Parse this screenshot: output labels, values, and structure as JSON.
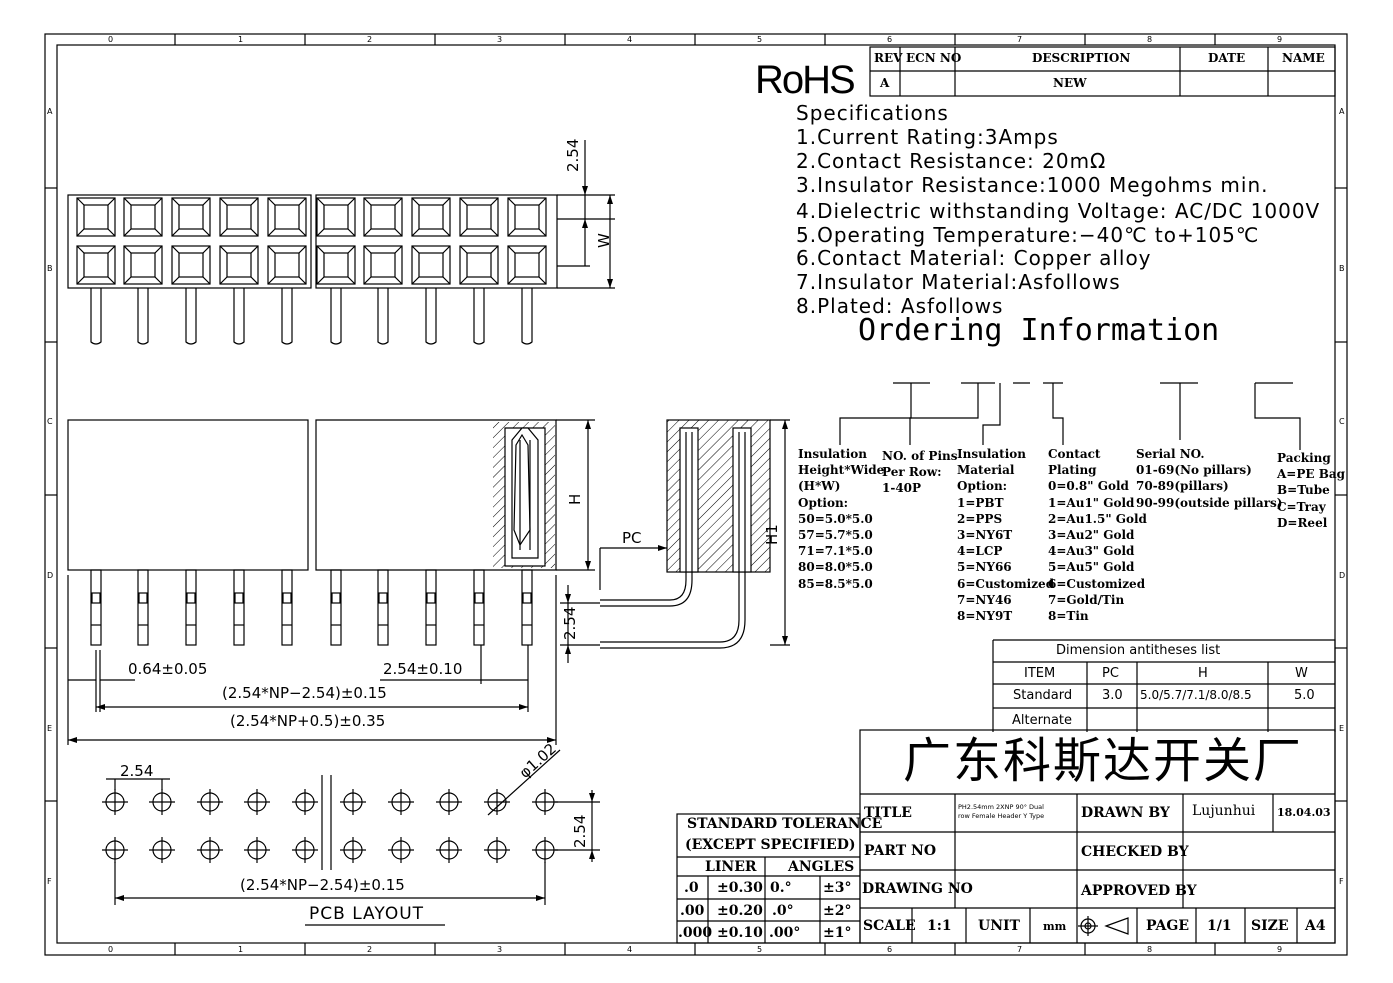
{
  "header": {
    "rohs": "RoHS",
    "rev_cols": [
      "REV",
      "ECN NO",
      "DESCRIPTION",
      "DATE",
      "NAME"
    ],
    "rev_row": [
      "A",
      "",
      "NEW",
      "",
      ""
    ]
  },
  "border": {
    "cols": [
      "0",
      "1",
      "2",
      "3",
      "4",
      "5",
      "6",
      "7",
      "8",
      "9"
    ],
    "rows": [
      "A",
      "B",
      "C",
      "D",
      "E",
      "F"
    ]
  },
  "specs": {
    "heading": "Specifications",
    "items": [
      "1.Current  Rating:3Amps",
      "2.Contact  Resistance:  20mΩ",
      "3.Insulator  Resistance:1000  Megohms  min.",
      "4.Dielectric  withstanding  Voltage:  AC/DC  1000V",
      "5.Operating  Temperature:−40℃  to+105℃",
      "6.Contact  Material:  Copper  alloy",
      "7.Insulator  Material:Asfollows",
      "8.Plated:  Asfollows"
    ]
  },
  "ordering": {
    "title": "Ordering  Information",
    "groups": [
      {
        "lines": [
          "Insulation",
          "Height*Wide",
          "(H*W)",
          "Option:",
          "50=5.0*5.0",
          "57=5.7*5.0",
          "71=7.1*5.0",
          "80=8.0*5.0",
          "85=8.5*5.0"
        ]
      },
      {
        "lines": [
          "NO. of Pins",
          "Per Row:",
          "1-40P"
        ]
      },
      {
        "lines": [
          "Insulation",
          "Material",
          "Option:",
          "1=PBT",
          "2=PPS",
          "3=NY6T",
          "4=LCP",
          "5=NY66",
          "6=Customized",
          "7=NY46",
          "8=NY9T"
        ]
      },
      {
        "lines": [
          "Contact",
          "Plating",
          "0=0.8\" Gold",
          "1=Au1\" Gold",
          "2=Au1.5\" Gold",
          "3=Au2\" Gold",
          "4=Au3\" Gold",
          "5=Au5\" Gold",
          "6=Customized",
          "7=Gold/Tin",
          "8=Tin"
        ]
      },
      {
        "lines": [
          "Serial NO.",
          "01-69(No pillars)",
          "70-89(pillars)",
          "90-99(outside pillars)"
        ]
      },
      {
        "lines": [
          "Packing",
          "A=PE Bag",
          "B=Tube",
          "C=Tray",
          "D=Reel"
        ]
      }
    ]
  },
  "dimensions": {
    "pitch": "2.54",
    "w": "W",
    "h": "H",
    "h1": "H1",
    "pc": "PC",
    "pin_width": "0.64±0.05",
    "pitch_tol": "2.54±0.10",
    "span1": "(2.54*NP−2.54)±0.15",
    "span2": "(2.54*NP+0.5)±0.35",
    "hole": "φ1.02",
    "pcb_span": "(2.54*NP−2.54)±0.15",
    "pcb_title": "PCB  LAYOUT"
  },
  "dim_table": {
    "title": "Dimension  antitheses  list",
    "headers": [
      "ITEM",
      "PC",
      "H",
      "W"
    ],
    "rows": [
      [
        "Standard",
        "3.0",
        "5.0/5.7/7.1/8.0/8.5",
        "5.0"
      ],
      [
        "Alternate",
        "",
        "",
        ""
      ]
    ]
  },
  "tolerance": {
    "title1": "STANDARD  TOLERANCE",
    "title2": "(EXCEPT   SPECIFIED)",
    "liner": "LINER",
    "angles": "ANGLES",
    "rows": [
      [
        ".0",
        "±0.30",
        "0.°",
        "±3°"
      ],
      [
        ".00",
        "±0.20",
        ".0°",
        "±2°"
      ],
      [
        ".000",
        "±0.10",
        ".00°",
        "±1°"
      ]
    ]
  },
  "titleblock": {
    "company": "广东科斯达开关厂",
    "title_label": "TITLE",
    "title_value_1": "PH2.54mm   2XNP  90° Dual",
    "title_value_2": "row Female Header Y Type",
    "drawn_by_label": "DRAWN BY",
    "drawn_by": "Lujunhui",
    "date": "18.04.03",
    "part_no_label": "PART NO",
    "checked_by_label": "CHECKED BY",
    "drawing_no_label": "DRAWING NO",
    "approved_by_label": "APPROVED BY",
    "scale_label": "SCALE",
    "scale": "1:1",
    "unit_label": "UNIT",
    "unit": "mm",
    "page_label": "PAGE",
    "page": "1/1",
    "size_label": "SIZE",
    "size": "A4"
  }
}
